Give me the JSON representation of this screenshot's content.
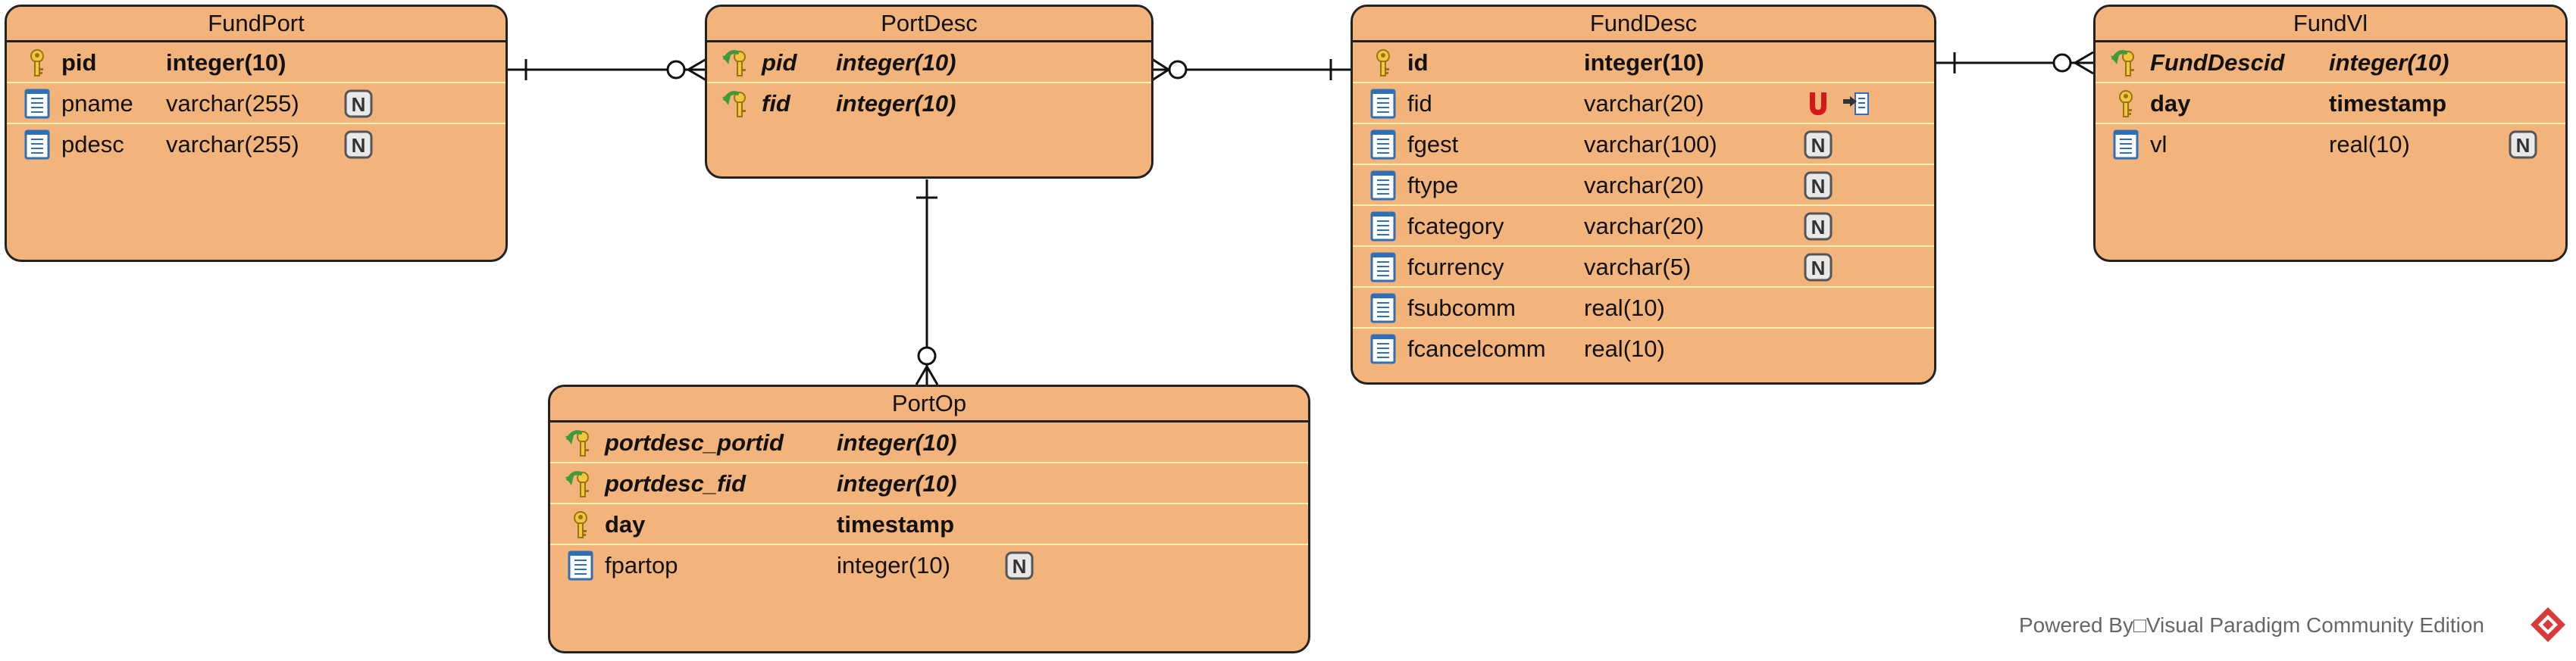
{
  "entities": [
    {
      "id": "FundPort",
      "title": "FundPort",
      "columns": [
        {
          "name": "pid",
          "type": "integer(10)",
          "kind": "pk",
          "badges": []
        },
        {
          "name": "pname",
          "type": "varchar(255)",
          "kind": "col",
          "badges": [
            "N"
          ]
        },
        {
          "name": "pdesc",
          "type": "varchar(255)",
          "kind": "col",
          "badges": [
            "N"
          ]
        }
      ]
    },
    {
      "id": "PortDesc",
      "title": "PortDesc",
      "columns": [
        {
          "name": "pid",
          "type": "integer(10)",
          "kind": "fk",
          "badges": []
        },
        {
          "name": "fid",
          "type": "integer(10)",
          "kind": "fk",
          "badges": []
        }
      ]
    },
    {
      "id": "FundDesc",
      "title": "FundDesc",
      "columns": [
        {
          "name": "id",
          "type": "integer(10)",
          "kind": "pk",
          "badges": []
        },
        {
          "name": "fid",
          "type": "varchar(20)",
          "kind": "col",
          "badges": [
            "U",
            "index"
          ]
        },
        {
          "name": "fgest",
          "type": "varchar(100)",
          "kind": "col",
          "badges": [
            "N"
          ]
        },
        {
          "name": "ftype",
          "type": "varchar(20)",
          "kind": "col",
          "badges": [
            "N"
          ]
        },
        {
          "name": "fcategory",
          "type": "varchar(20)",
          "kind": "col",
          "badges": [
            "N"
          ]
        },
        {
          "name": "fcurrency",
          "type": "varchar(5)",
          "kind": "col",
          "badges": [
            "N"
          ]
        },
        {
          "name": "fsubcomm",
          "type": "real(10)",
          "kind": "col",
          "badges": []
        },
        {
          "name": "fcancelcomm",
          "type": "real(10)",
          "kind": "col",
          "badges": []
        }
      ]
    },
    {
      "id": "FundVl",
      "title": "FundVl",
      "columns": [
        {
          "name": "FundDescid",
          "type": "integer(10)",
          "kind": "fk",
          "badges": []
        },
        {
          "name": "day",
          "type": "timestamp",
          "kind": "pk",
          "badges": []
        },
        {
          "name": "vl",
          "type": "real(10)",
          "kind": "col",
          "badges": [
            "N"
          ]
        }
      ]
    },
    {
      "id": "PortOp",
      "title": "PortOp",
      "columns": [
        {
          "name": "portdesc_portid",
          "type": "integer(10)",
          "kind": "fk",
          "badges": []
        },
        {
          "name": "portdesc_fid",
          "type": "integer(10)",
          "kind": "fk",
          "badges": []
        },
        {
          "name": "day",
          "type": "timestamp",
          "kind": "pk",
          "badges": []
        },
        {
          "name": "fpartop",
          "type": "integer(10)",
          "kind": "col",
          "badges": [
            "N"
          ]
        }
      ]
    }
  ],
  "relationships": [
    {
      "from": "FundPort",
      "to": "PortDesc",
      "from_cardinality": "one",
      "to_cardinality": "zero-or-many"
    },
    {
      "from": "FundDesc",
      "to": "PortDesc",
      "from_cardinality": "one",
      "to_cardinality": "zero-or-many"
    },
    {
      "from": "FundDesc",
      "to": "FundVl",
      "from_cardinality": "one",
      "to_cardinality": "zero-or-many"
    },
    {
      "from": "PortDesc",
      "to": "PortOp",
      "from_cardinality": "one",
      "to_cardinality": "zero-or-many"
    }
  ],
  "footer": {
    "text": "Powered By□Visual Paradigm Community Edition",
    "icon": "visual-paradigm-logo-icon"
  },
  "colors": {
    "entity_fill": "#f3b47c",
    "row_separator": "#fff3a8",
    "border": "#222222",
    "pk_key": "#e5b92e",
    "fk_arrow": "#3f9a3a",
    "unique_badge": "#d21a1a",
    "column_icon": "#2f6fb8"
  }
}
